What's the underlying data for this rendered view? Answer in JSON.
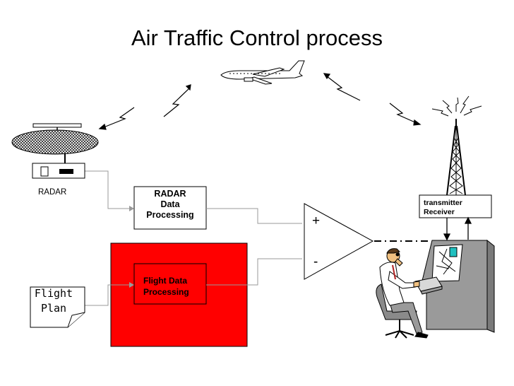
{
  "title": "Air Traffic Control process",
  "labels": {
    "radar": "RADAR",
    "radar_processing": [
      "RADAR",
      "Data",
      "Processing"
    ],
    "flight_data_processing": [
      "Flight Data",
      "Processing"
    ],
    "transmitter_receiver": [
      "transmitter",
      "Receiver"
    ],
    "flight_plan": [
      "Flight",
      "Plan"
    ],
    "comparator_plus": "+",
    "comparator_minus": "-"
  },
  "colors": {
    "flight_data_zone": "#ff0000",
    "lines": "#9a9a9a",
    "workstation": "#9a9a9a",
    "shirt": "#ffffff",
    "skin": "#f0c080"
  }
}
